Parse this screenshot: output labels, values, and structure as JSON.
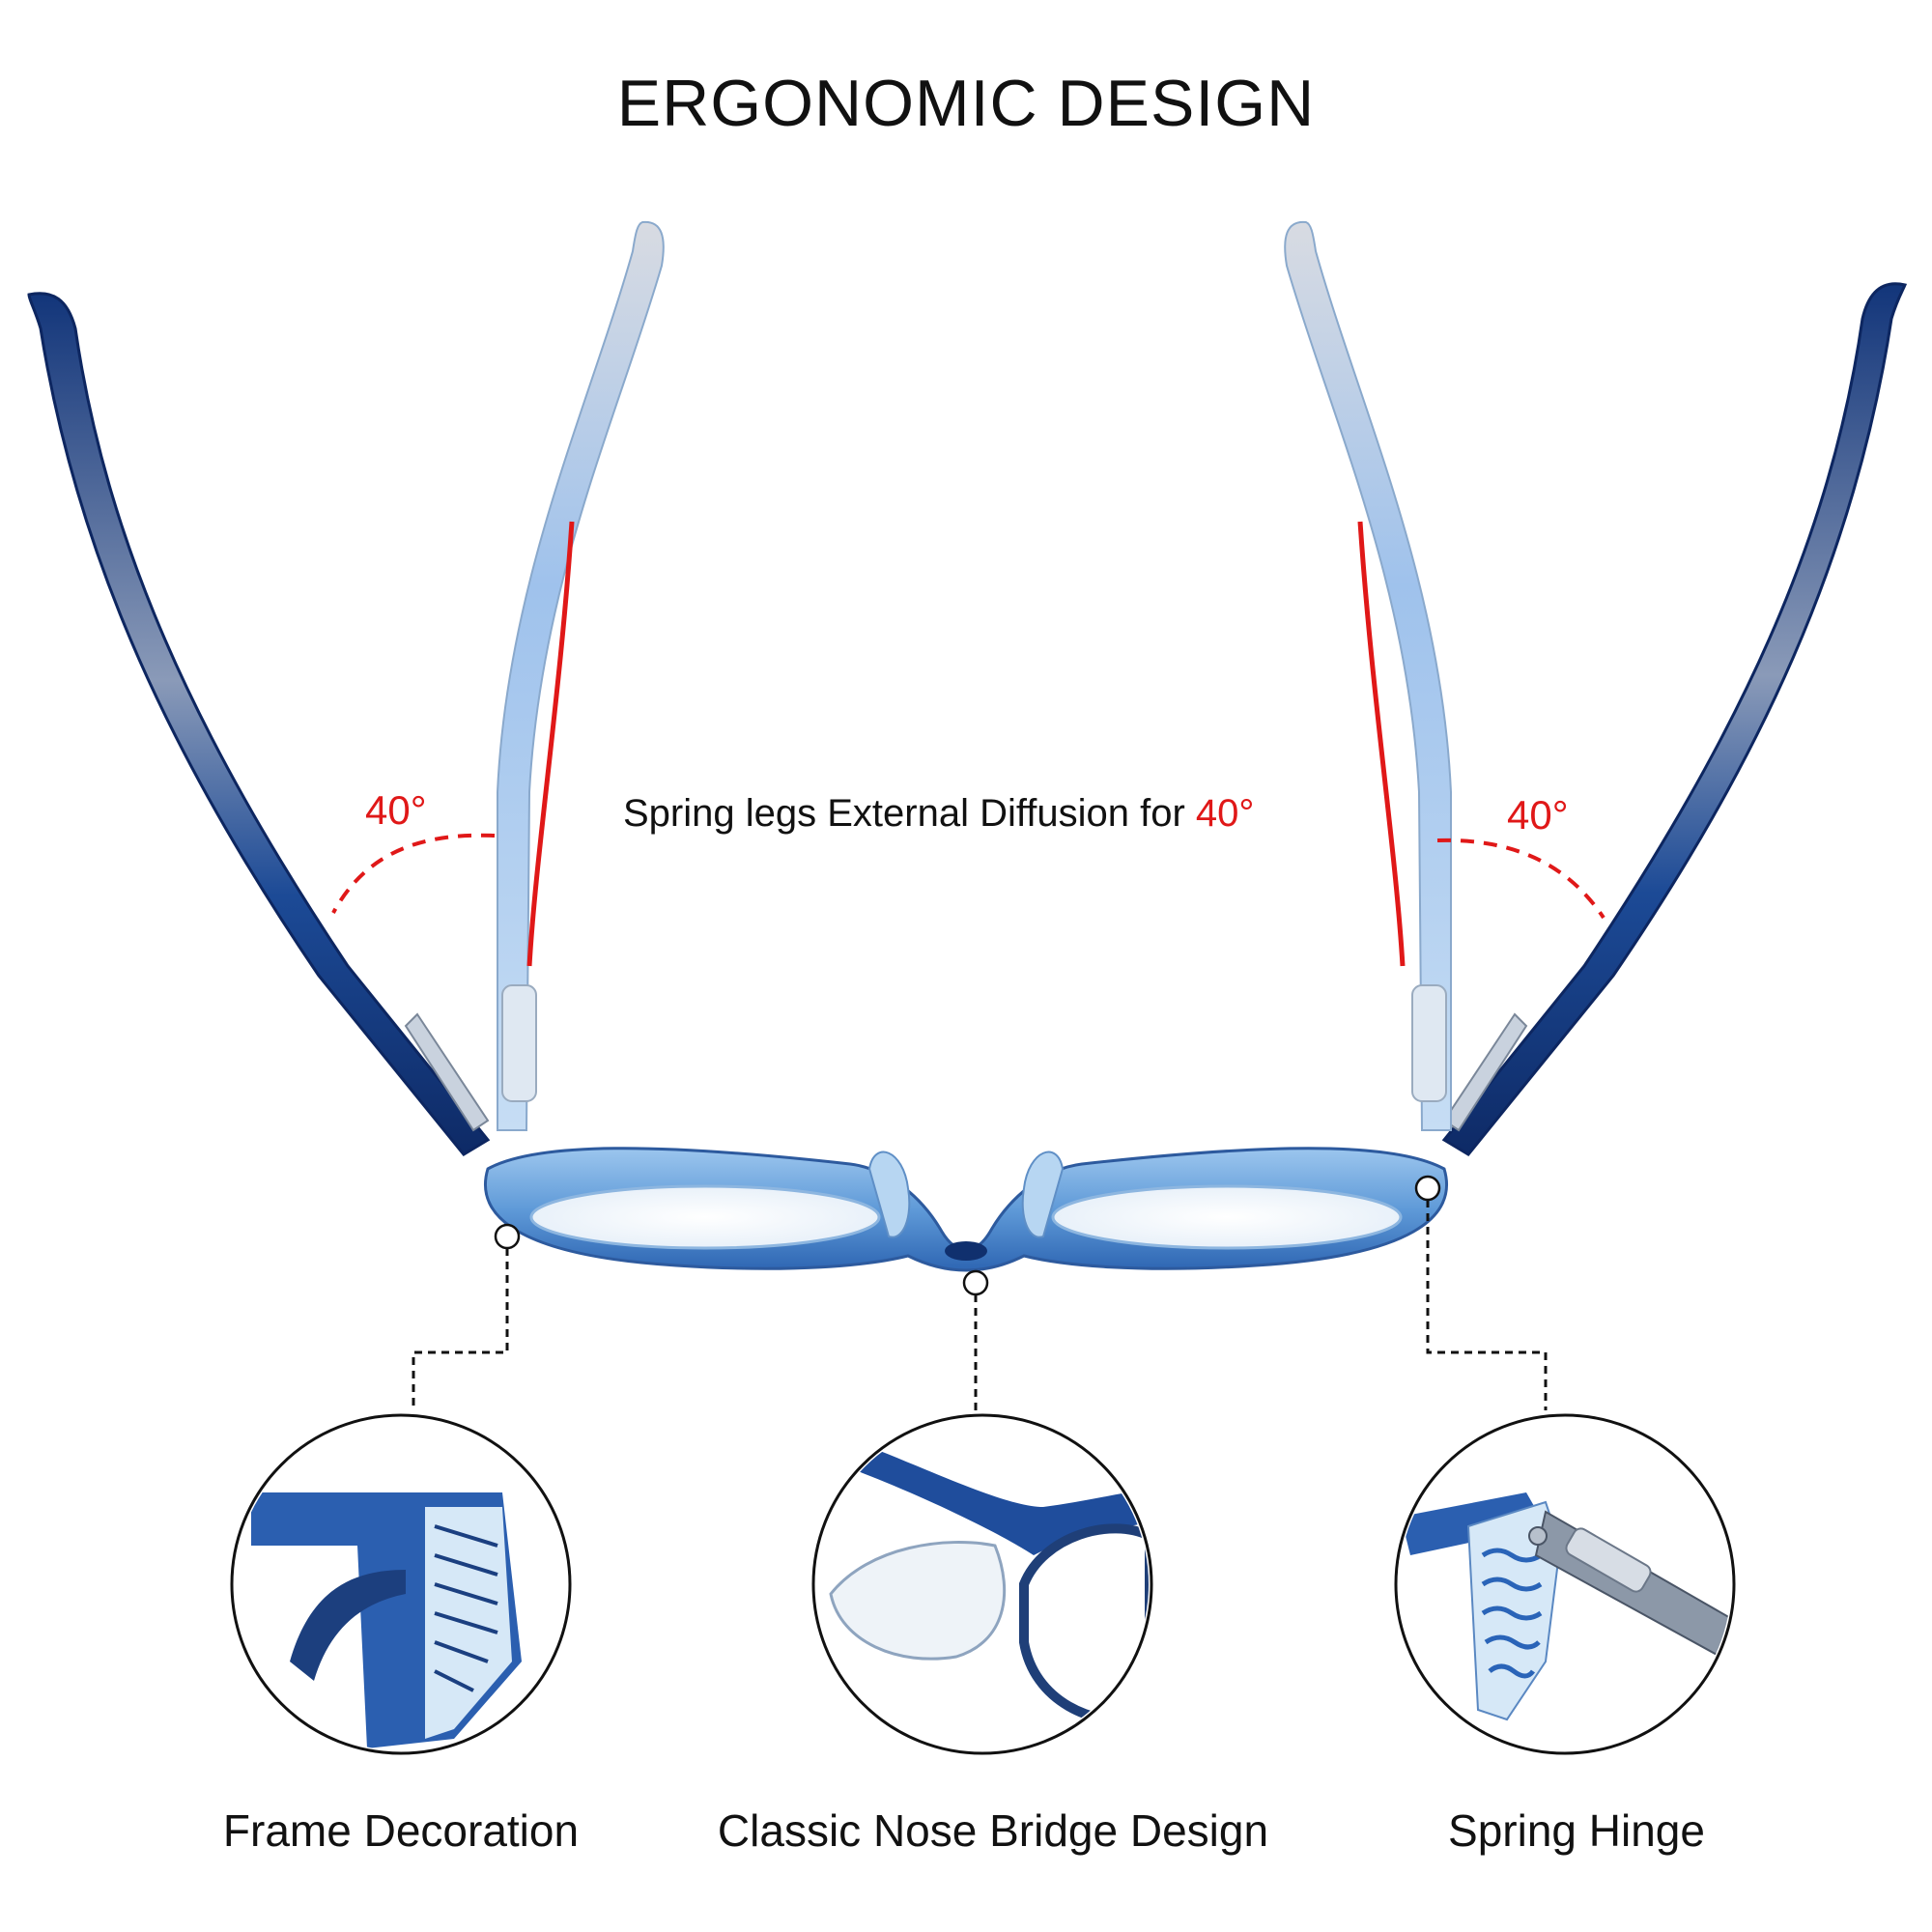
{
  "title": "ERGONOMIC DESIGN",
  "headline": {
    "text": "Spring legs External Diffusion for ",
    "accent": "40°"
  },
  "angle_labels": {
    "left": "40°",
    "right": "40°"
  },
  "features": [
    {
      "label": "Frame Decoration"
    },
    {
      "label": "Classic Nose Bridge Design"
    },
    {
      "label": "Spring Hinge"
    }
  ],
  "colors": {
    "accent": "#e01818",
    "frame_blue": "#1f4f9c",
    "frame_light": "#a9cfee",
    "text": "#111111"
  }
}
